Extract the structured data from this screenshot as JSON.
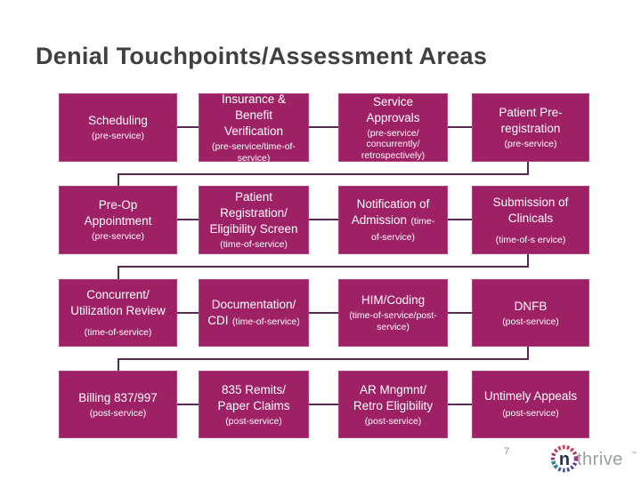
{
  "slide": {
    "title": "Denial Touchpoints/Assessment Areas",
    "page_number": "7"
  },
  "boxes": [
    {
      "title": "Scheduling",
      "sub": "(pre-service)"
    },
    {
      "title": "Insurance & Benefit Verification",
      "sub": "(pre-service/time-of-service)"
    },
    {
      "title": "Service Approvals",
      "sub": "(pre-service/ concurrently/ retrospectively)"
    },
    {
      "title": "Patient Pre-registration",
      "sub": "(pre-service)"
    },
    {
      "title": "Pre-Op Appointment",
      "sub": "(pre-service)"
    },
    {
      "title": "Patient Registration/ Eligibility Screen",
      "sub": "(time-of-service)"
    },
    {
      "title": "Notification of Admission",
      "sub": "(time-of-service)"
    },
    {
      "title": "Submission of Clinicals",
      "sub": "(time-of-s ervice)"
    },
    {
      "title": "Concurrent/ Utilization Review",
      "sub": "(time-of-service)"
    },
    {
      "title": "Documentation/ CDI",
      "sub": "(time-of-service)"
    },
    {
      "title": "HIM/Coding",
      "sub": "(time-of-service/post-service)"
    },
    {
      "title": "DNFB",
      "sub": "(post-service)"
    },
    {
      "title": "Billing 837/997",
      "sub": "(post-service)"
    },
    {
      "title": "835 Remits/ Paper Claims",
      "sub": "(post-service)"
    },
    {
      "title": "AR Mngmnt/ Retro Eligibility",
      "sub": "(post-service)"
    },
    {
      "title": "Untimely Appeals",
      "sub": "(post-service)"
    }
  ],
  "footer": {
    "logo": {
      "n": "n",
      "wordmark": "thrive",
      "tm": "™"
    }
  },
  "colors": {
    "title_text": "#404040",
    "box_fill": "#9e2166",
    "box_border": "#b04480",
    "box_text": "#ffffff",
    "connector": "#582a52",
    "page_number_text": "#8a8a8a",
    "logo_n": "#243253",
    "logo_wordmark": "#9aa0a0",
    "logo_ring_top": "#d93848",
    "logo_ring_mid": "#8f2f7d",
    "logo_ring_bottom": "#4053a3",
    "logo_ring_teal": "#2f9e8e"
  }
}
